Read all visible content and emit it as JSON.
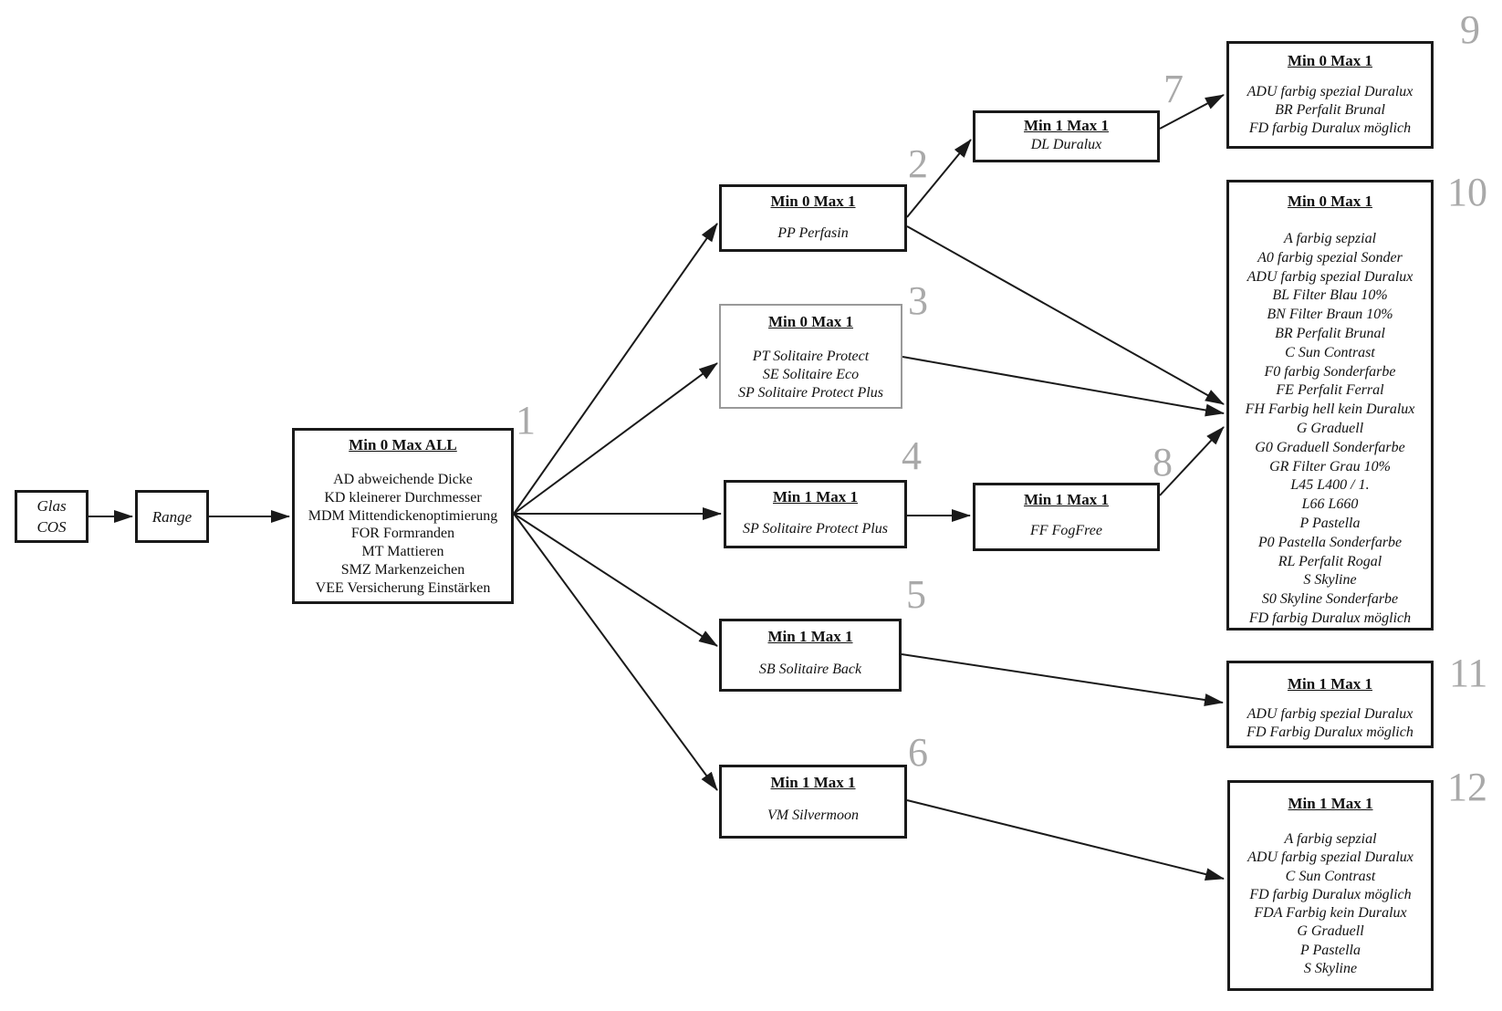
{
  "nodes": {
    "glas": {
      "lines": [
        "Glas",
        "COS"
      ]
    },
    "range": {
      "lines": [
        "Range"
      ]
    },
    "n1": {
      "step": "1",
      "title": "Min 0 Max ALL",
      "items": [
        "AD abweichende Dicke",
        "KD kleinerer Durchmesser",
        "MDM Mittendickenoptimierung",
        "FOR Formranden",
        "MT Mattieren",
        "SMZ Markenzeichen",
        "VEE Versicherung Einstärken"
      ]
    },
    "n2": {
      "step": "2",
      "title": "Min 0 Max 1",
      "items": [
        "PP Perfasin"
      ]
    },
    "n3": {
      "step": "3",
      "title": "Min 0 Max 1",
      "items": [
        "PT Solitaire Protect",
        "SE Solitaire Eco",
        "SP Solitaire Protect Plus"
      ]
    },
    "n4": {
      "step": "4",
      "title": "Min 1 Max 1",
      "items": [
        "SP Solitaire Protect Plus"
      ]
    },
    "n5": {
      "step": "5",
      "title": "Min 1 Max 1",
      "items": [
        "SB Solitaire Back"
      ]
    },
    "n6": {
      "step": "6",
      "title": "Min 1 Max 1",
      "items": [
        "VM Silvermoon"
      ]
    },
    "n7": {
      "step": "7",
      "title": "Min 1 Max 1",
      "items": [
        "DL Duralux"
      ]
    },
    "n8": {
      "step": "8",
      "title": "Min 1 Max 1",
      "items": [
        "FF FogFree"
      ]
    },
    "n9": {
      "step": "9",
      "title": "Min 0 Max 1",
      "items": [
        "ADU farbig spezial Duralux",
        "BR Perfalit Brunal",
        "FD farbig Duralux möglich"
      ]
    },
    "n10": {
      "step": "10",
      "title": "Min 0 Max 1",
      "items": [
        "A farbig sepzial",
        "A0 farbig spezial Sonder",
        "ADU farbig spezial Duralux",
        "BL Filter Blau 10%",
        "BN Filter Braun 10%",
        "BR Perfalit Brunal",
        "C Sun Contrast",
        "F0 farbig Sonderfarbe",
        "FE Perfalit Ferral",
        "FH Farbig hell kein Duralux",
        "G Graduell",
        "G0 Graduell Sonderfarbe",
        "GR Filter Grau 10%",
        "L45 L400 / 1.",
        "L66 L660",
        "P Pastella",
        "P0 Pastella Sonderfarbe",
        "RL Perfalit Rogal",
        "S Skyline",
        "S0 Skyline Sonderfarbe",
        "FD farbig Duralux möglich"
      ]
    },
    "n11": {
      "step": "11",
      "title": "Min 1 Max 1",
      "items": [
        "ADU farbig spezial Duralux",
        "FD Farbig Duralux möglich"
      ]
    },
    "n12": {
      "step": "12",
      "title": "Min 1 Max 1",
      "items": [
        "A farbig sepzial",
        "ADU farbig spezial Duralux",
        "C Sun Contrast",
        "FD farbig Duralux möglich",
        "FDA Farbig kein Duralux",
        "G Graduell",
        "P Pastella",
        "S Skyline"
      ]
    }
  },
  "colors": {
    "box_border": "#1a1a1a",
    "muted_box_border": "#999999",
    "step_number": "#a9a9a9",
    "arrow": "#1a1a1a",
    "background": "#ffffff"
  }
}
